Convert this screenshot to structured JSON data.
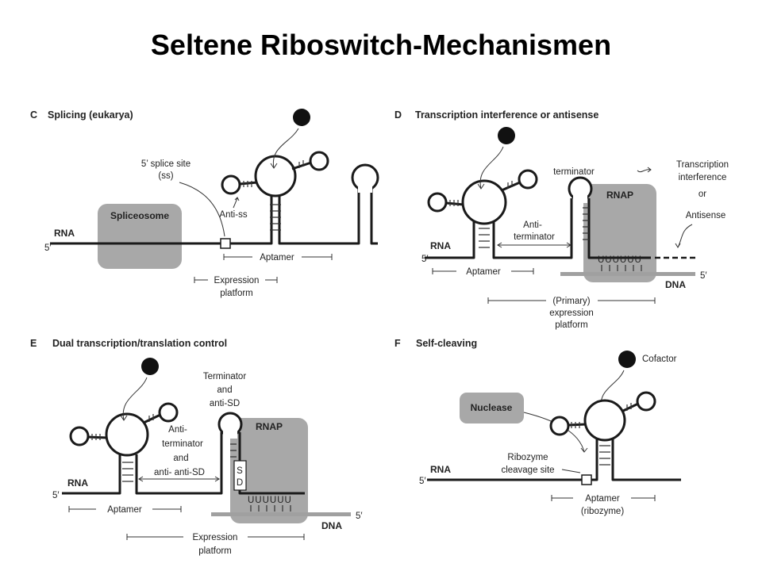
{
  "title": "Seltene Riboswitch-Mechanismen",
  "panels": {
    "c": {
      "letter": "C",
      "heading": "Splicing (eukarya)",
      "five_prime": "5′",
      "rna": "RNA",
      "spliceosome": "Spliceosome",
      "splice_site_1": "5’ splice site",
      "splice_site_2": "(ss)",
      "anti_ss": "Anti-ss",
      "aptamer": "Aptamer",
      "expression_1": "Expression",
      "expression_2": "platform"
    },
    "d": {
      "letter": "D",
      "heading": "Transcription interference or antisense",
      "five_prime": "5′",
      "rna": "RNA",
      "terminator": "terminator",
      "rnap": "RNAP",
      "ti_1": "Transcription",
      "ti_2": "interference",
      "or": "or",
      "antisense": "Antisense",
      "anti_1": "Anti-",
      "anti_2": "terminator",
      "uuuuuu": "UUUUUU",
      "five_prime_dna": "5′",
      "dna": "DNA",
      "aptamer": "Aptamer",
      "primary_1": "(Primary)",
      "primary_2": "expression",
      "primary_3": "platform"
    },
    "e": {
      "letter": "E",
      "heading": "Dual transcription/translation control",
      "five_prime": "5′",
      "rna": "RNA",
      "term_1": "Terminator",
      "term_2": "and",
      "term_3": "anti-SD",
      "rnap": "RNAP",
      "anti_1": "Anti-",
      "anti_2": "terminator",
      "anti_3": "and",
      "anti_4": "anti- anti-SD",
      "sd_s": "S",
      "sd_d": "D",
      "uuuuuu": "UUUUUU",
      "five_prime_dna": "5′",
      "dna": "DNA",
      "aptamer": "Aptamer",
      "expression_1": "Expression",
      "expression_2": "platform"
    },
    "f": {
      "letter": "F",
      "heading": "Self-cleaving",
      "cofactor": "Cofactor",
      "nuclease": "Nuclease",
      "five_prime": "5′",
      "rna": "RNA",
      "ribozyme_1": "Ribozyme",
      "ribozyme_2": "cleavage site",
      "aptamer": "Aptamer",
      "aptamer_2": "(ribozyme)"
    }
  }
}
